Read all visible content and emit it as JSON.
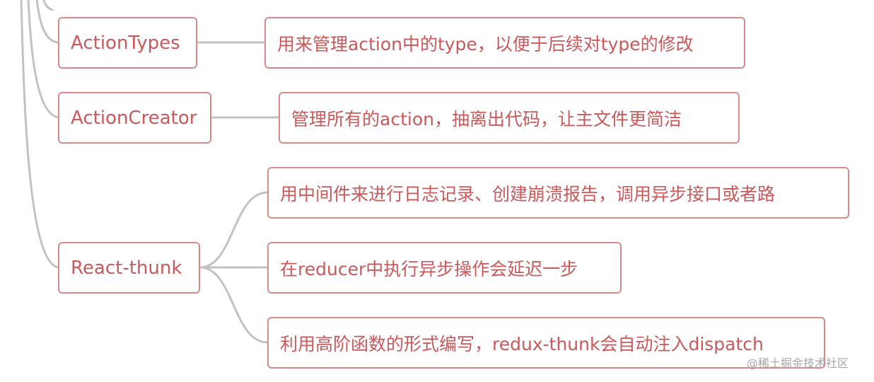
{
  "colors": {
    "node_border": "#d9898a",
    "node_text": "#c9595b",
    "connector": "#c2c2c2"
  },
  "nodes": {
    "action_types": {
      "label": "ActionTypes",
      "description": "用来管理action中的type，以便于后续对type的修改"
    },
    "action_creator": {
      "label": "ActionCreator",
      "description": "管理所有的action，抽离出代码，让主文件更简洁"
    },
    "react_thunk": {
      "label": "React-thunk",
      "children": [
        "用中间件来进行日志记录、创建崩溃报告，调用异步接口或者路",
        "在reducer中执行异步操作会延迟一步",
        "利用高阶函数的形式编写，redux-thunk会自动注入dispatch"
      ]
    }
  },
  "watermark": "@稀土掘金技术社区"
}
